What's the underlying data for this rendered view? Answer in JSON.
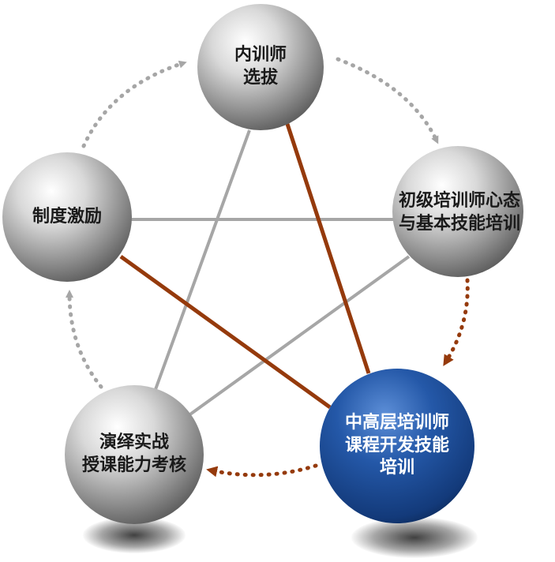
{
  "nodes": {
    "top": {
      "label": "内训师\n选拔"
    },
    "right": {
      "label": "初级培训师心态\n与基本技能培训"
    },
    "bottom_right": {
      "label": "中高层培训师\n课程开发技能\n培训"
    },
    "bottom_left": {
      "label": "演绎实战\n授课能力考核"
    },
    "left": {
      "label": "制度激励"
    }
  },
  "colors": {
    "grey_line": "#a6a6a6",
    "brown_line": "#953a0c",
    "grey_dots": "#a6a6a6",
    "brown_dots": "#953a0c",
    "highlight_node": "#1f4e9c"
  }
}
